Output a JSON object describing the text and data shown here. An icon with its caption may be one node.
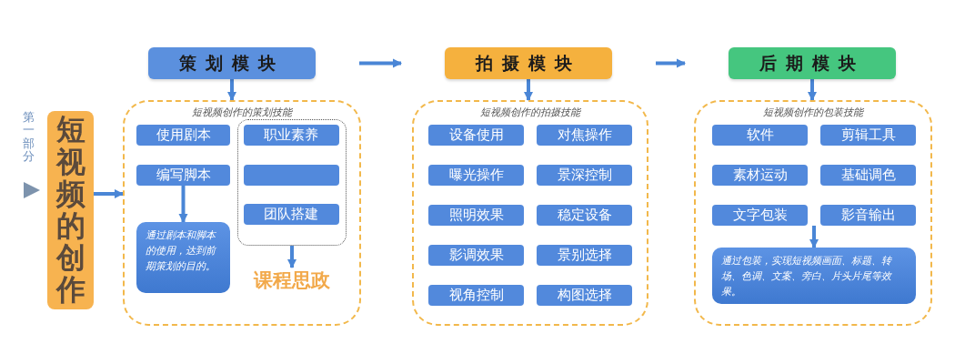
{
  "diagram": {
    "nodes": [
      {
        "text": [
          "策划模块"
        ]
      },
      {
        "text": [
          "拍摄模块"
        ]
      },
      {
        "text": [
          "后期模块"
        ]
      },
      {
        "text": [
          "短视频的创作"
        ]
      },
      {
        "text": [
          "短视频创作的策划技能"
        ]
      },
      {
        "text": [
          "使用剧本"
        ],
        "in": 4
      },
      {
        "text": [],
        "shape": "box",
        "in": 4
      },
      {
        "text": [
          "职业素养"
        ],
        "in": 6
      },
      {
        "text": [
          "编写脚本"
        ],
        "in": 4
      },
      {
        "text": [],
        "shape": "box",
        "in": 6
      },
      {
        "text": [
          "团队搭建"
        ],
        "in": 6
      },
      {
        "text": [
          "通过剧本和脚本的使用，达到前期策划的目的。"
        ],
        "in": 4
      },
      {
        "text": [
          "课程思政"
        ],
        "in": 4
      },
      {
        "text": [
          "短视频创作的拍摄技能"
        ]
      },
      {
        "text": [
          "设备使用"
        ],
        "in": 13
      },
      {
        "text": [
          "对焦操作"
        ],
        "in": 13
      },
      {
        "text": [
          "曝光操作"
        ],
        "in": 13
      },
      {
        "text": [
          "景深控制"
        ],
        "in": 13
      },
      {
        "text": [
          "照明效果"
        ],
        "in": 13
      },
      {
        "text": [
          "稳定设备"
        ],
        "in": 13
      },
      {
        "text": [
          "影调效果"
        ],
        "in": 13
      },
      {
        "text": [
          "景别选择"
        ],
        "in": 13
      },
      {
        "text": [
          "视角控制"
        ],
        "in": 13
      },
      {
        "text": [
          "构图选择"
        ],
        "in": 13
      },
      {
        "text": [
          "短视频创作的包装技能"
        ]
      },
      {
        "text": [
          "软件"
        ],
        "in": 24
      },
      {
        "text": [
          "剪辑工具"
        ],
        "in": 24
      },
      {
        "text": [
          "素材运动"
        ],
        "in": 24
      },
      {
        "text": [
          "基础调色"
        ],
        "in": 24
      },
      {
        "text": [
          "文字包装"
        ],
        "in": 24
      },
      {
        "text": [
          "影音输出"
        ],
        "in": 24
      },
      {
        "text": [
          "通过包装，实现短视频画面、标题、转场、色调、文案、旁白、片头片尾等效果。"
        ],
        "in": 24
      }
    ],
    "edges": [
      {
        "from": 0,
        "to": 1,
        "arrow": "to"
      },
      {
        "from": 1,
        "to": 2,
        "arrow": "to"
      },
      {
        "from": 0,
        "to": 4,
        "arrow": "to"
      },
      {
        "from": 1,
        "to": 13,
        "arrow": "to"
      },
      {
        "from": 2,
        "to": 24,
        "arrow": "to"
      },
      {
        "from": 3,
        "to": 4,
        "arrow": "to"
      },
      {
        "from": 8,
        "to": 11,
        "arrow": "to"
      },
      {
        "from": 6,
        "to": 12,
        "arrow": "to"
      },
      {
        "from": 29,
        "to": 31,
        "arrow": "to"
      }
    ],
    "labels": [
      "第一部分"
    ]
  }
}
